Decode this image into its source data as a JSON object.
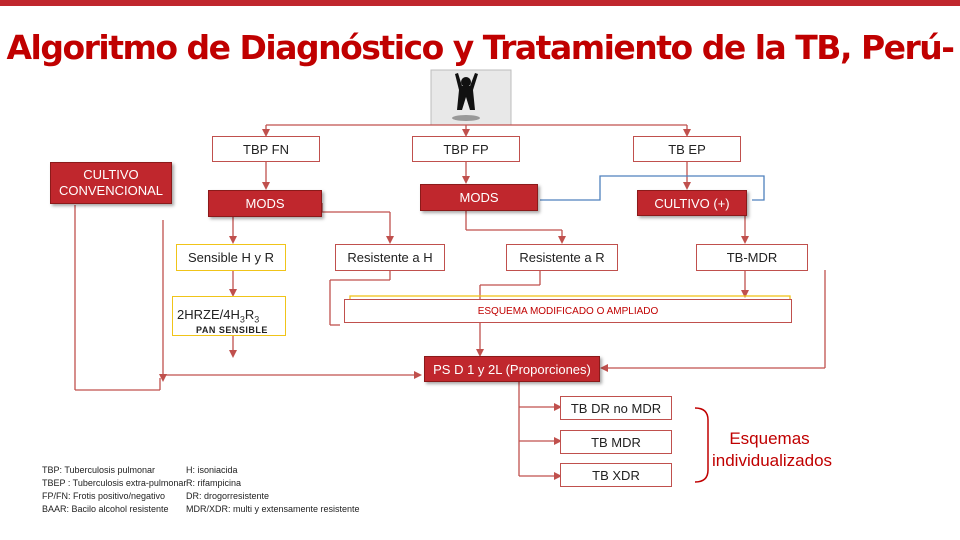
{
  "title": "Algoritmo de Diagnóstico y Tratamiento de la TB, Perú-",
  "image_alt": "Persona con los brazos levantados",
  "nodes": {
    "tbp_fn": "TBP FN",
    "tbp_fp": "TBP FP",
    "tb_ep": "TB EP",
    "cultivo_conv": "CULTIVO CONVENCIONAL",
    "mods_left": "MODS",
    "mods_mid": "MODS",
    "cultivo_pos": "CULTIVO (+)",
    "sens_hr": "Sensible H y R",
    "res_h": "Resistente a H",
    "res_r": "Resistente a R",
    "tb_mdr_top": "TB-MDR",
    "scheme_main": "2HRZE/4H",
    "scheme_sub1": "3",
    "scheme_mid": "R",
    "scheme_sub2": "3",
    "pan_sensible": "PAN SENSIBLE",
    "esquema_mod": "ESQUEMA MODIFICADO O AMPLIADO",
    "psd": "PS D 1 y 2L (Proporciones)",
    "tb_dr": "TB DR no MDR",
    "tb_mdr": "TB MDR",
    "tb_xdr": "TB XDR"
  },
  "esquemas": "Esquemas individualizados",
  "legend": {
    "left": [
      "TBP: Tuberculosis pulmonar",
      "TBEP : Tuberculosis extra-pulmonar",
      "FP/FN: Frotis positivo/negativo",
      "BAAR: Bacilo alcohol resistente"
    ],
    "right": [
      "H: isoniacida",
      "R: rifampicina",
      "DR: drogorresistente",
      "MDR/XDR: multi y extensamente resistente"
    ]
  },
  "colors": {
    "title": "#c00000",
    "box_red": "#c0272d",
    "arrow": "#c0504d",
    "box_border": "#c0504d",
    "yellow": "#f0c419",
    "connector_blue": "#4f81bd"
  }
}
